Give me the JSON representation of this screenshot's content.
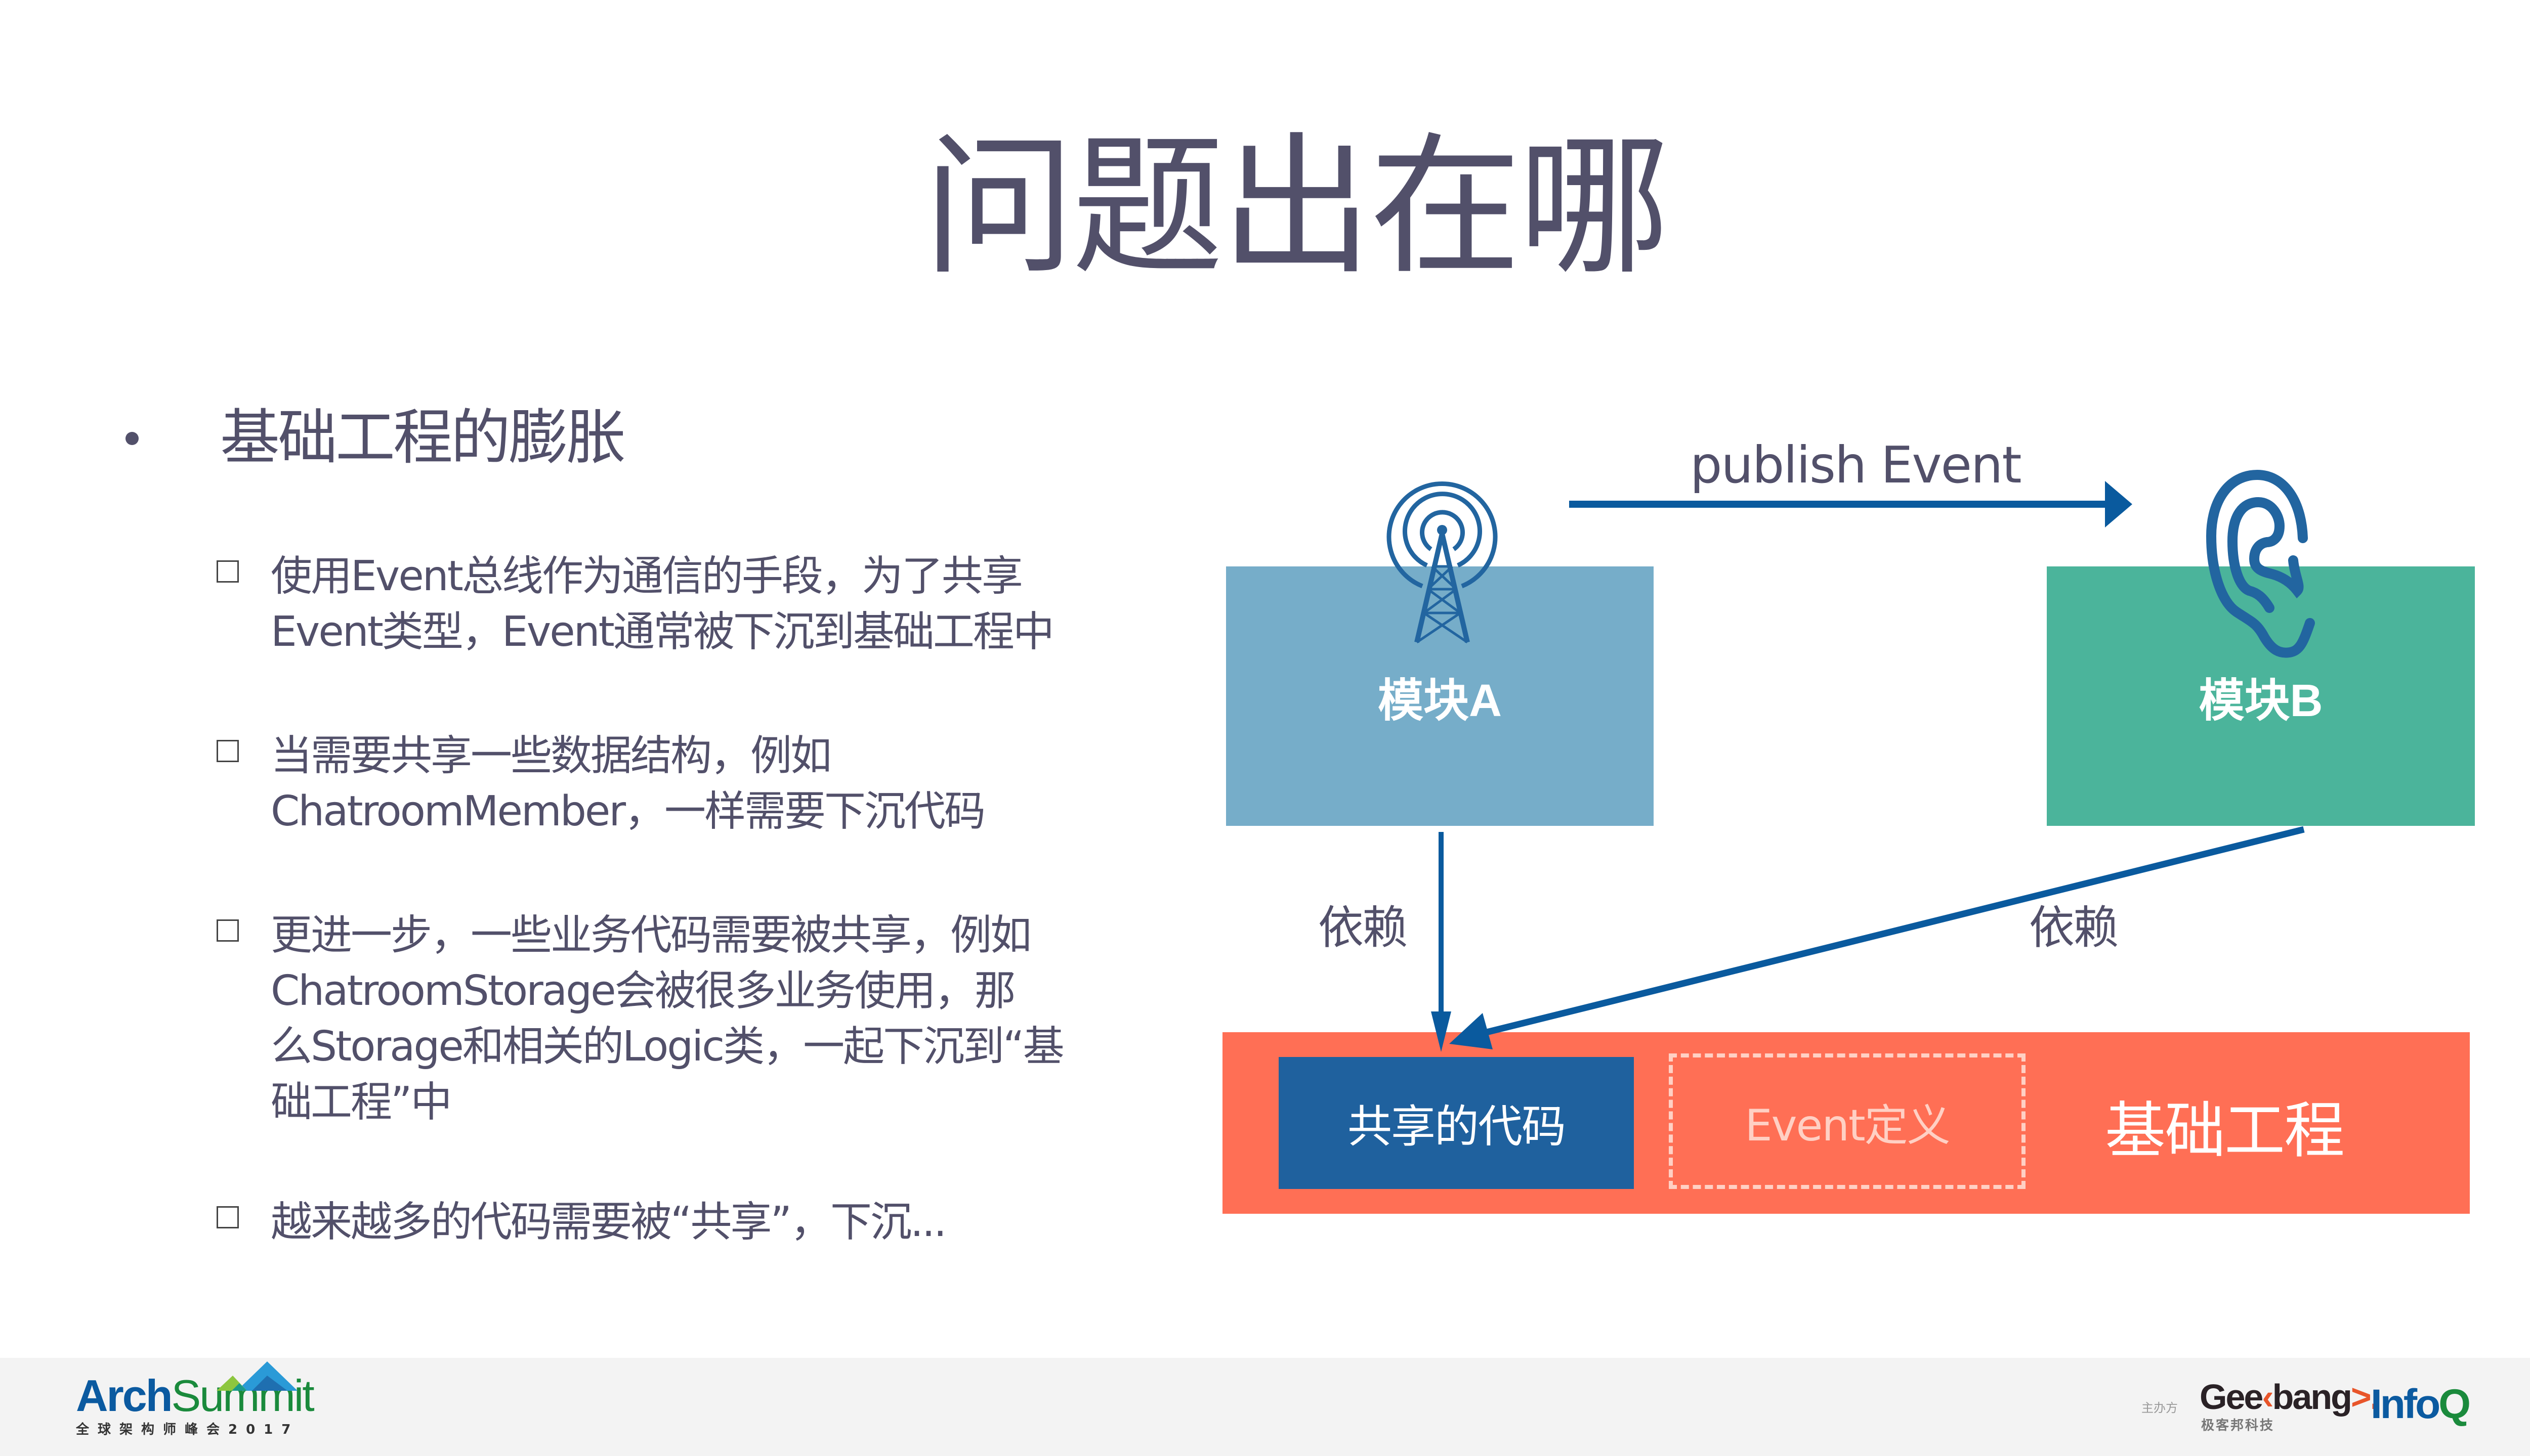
{
  "slide": {
    "title": "问题出在哪",
    "main_bullet": "基础工程的膨胀",
    "sub_bullets": [
      {
        "lines": [
          "使用Event总线作为通信的手段，为了共享",
          "Event类型，Event通常被下沉到基础工程中"
        ]
      },
      {
        "lines": [
          "当需要共享一些数据结构，例如",
          "ChatroomMember，一样需要下沉代码"
        ]
      },
      {
        "lines": [
          "更进一步，一些业务代码需要被共享，例如",
          "ChatroomStorage会被很多业务使用，那",
          "么Storage和相关的Logic类，一起下沉到“基",
          "础工程”中"
        ]
      },
      {
        "lines": [
          "越来越多的代码需要被“共享”，下沉..."
        ]
      }
    ]
  },
  "diagram": {
    "publish_label": "publish Event",
    "module_a": {
      "label": "模块A",
      "icon": "antenna-tower-icon",
      "color": "#76adc9"
    },
    "module_b": {
      "label": "模块B",
      "icon": "ear-icon",
      "color": "#4bb49b"
    },
    "dependency_label_left": "依赖",
    "dependency_label_right": "依赖",
    "base": {
      "label": "基础工程",
      "color": "#ff6f55",
      "shared_code_label": "共享的代码",
      "shared_code_color": "#1f619e",
      "event_def_label": "Event定义"
    },
    "arrow_color": "#0a5a9e"
  },
  "footer": {
    "arch_logo": {
      "part1": "Arch",
      "part2": "Summit",
      "subtitle": "全球架构师峰会2017"
    },
    "organizer_label": "主办方",
    "geekbang": {
      "part1": "Gee",
      "part2": "k",
      "part3": "bang",
      "part4": ">.",
      "subtitle": "极客邦科技"
    },
    "infoq": {
      "part1": "Info",
      "part2": "Q"
    }
  }
}
